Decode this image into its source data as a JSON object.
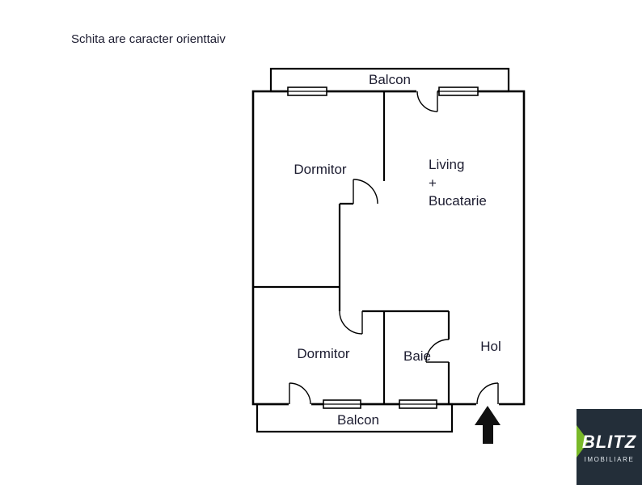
{
  "disclaimer": "Schita are caracter orienttaiv",
  "plan": {
    "balcony_top_label": "Balcon",
    "bedroom_top_label": "Dormitor",
    "living_label_line1": "Living",
    "living_label_line2": "+",
    "living_label_line3": "Bucatarie",
    "bedroom_bottom_label": "Dormitor",
    "bathroom_label": "Baie",
    "hall_label": "Hol",
    "balcony_bottom_label": "Balcon"
  },
  "logo": {
    "brand": "BLITZ",
    "subtitle": "IMOBILIARE",
    "background_color": "#232e39",
    "accent_color": "#79b928",
    "text_color": "#ffffff"
  },
  "colors": {
    "background": "#ffffff",
    "wall": "#000000",
    "text": "#1c1c30",
    "entrance_arrow": "#111111"
  }
}
